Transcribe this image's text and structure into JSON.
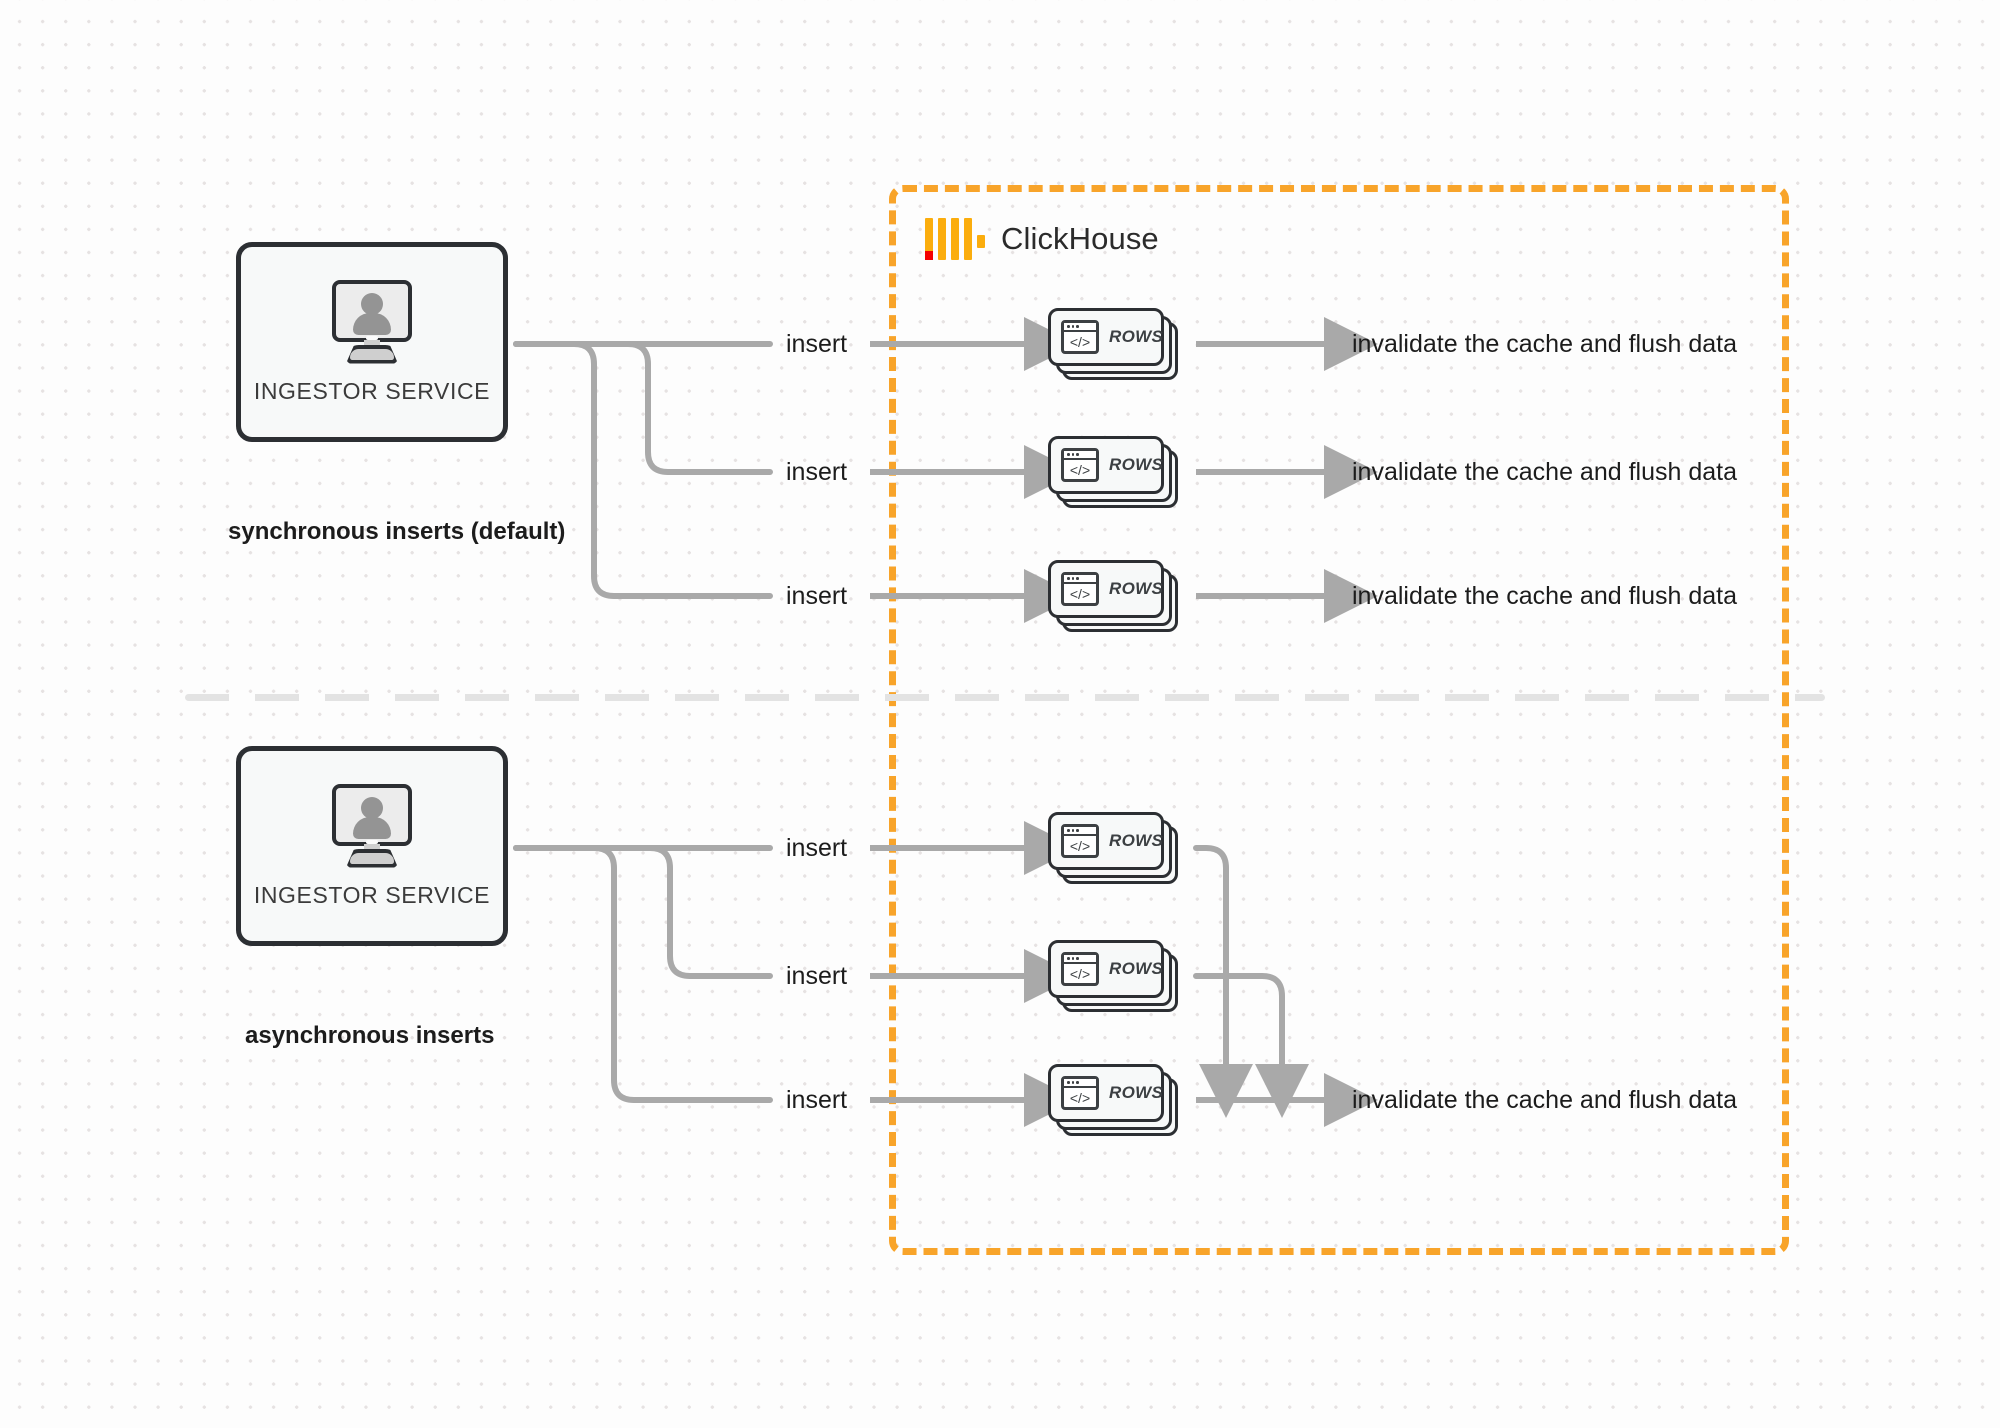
{
  "diagram": {
    "title": "ClickHouse synchronous vs asynchronous inserts",
    "colors": {
      "boundary": "#f8a42a",
      "logo_amber": "#fbad0d",
      "logo_red": "#f40101",
      "edge": "#aaaaaa",
      "node_border": "#2c2f33",
      "node_fill": "#f7f9f9",
      "background": "#fdfdfd"
    }
  },
  "clickhouse": {
    "label": "ClickHouse",
    "logo_name": "clickhouse-logo"
  },
  "sections": [
    {
      "id": "synchronous",
      "caption": "synchronous inserts (default)",
      "ingestor": {
        "label": "INGESTOR SERVICE",
        "icon": "monitor-user-icon"
      },
      "flows": [
        {
          "insert_label": "insert",
          "node_label": "ROWS",
          "result_label": "invalidate the cache and flush data"
        },
        {
          "insert_label": "insert",
          "node_label": "ROWS",
          "result_label": "invalidate the cache and flush data"
        },
        {
          "insert_label": "insert",
          "node_label": "ROWS",
          "result_label": "invalidate the cache and flush data"
        }
      ]
    },
    {
      "id": "asynchronous",
      "caption": "asynchronous inserts",
      "ingestor": {
        "label": "INGESTOR SERVICE",
        "icon": "monitor-user-icon"
      },
      "flows": [
        {
          "insert_label": "insert",
          "node_label": "ROWS"
        },
        {
          "insert_label": "insert",
          "node_label": "ROWS"
        },
        {
          "insert_label": "insert",
          "node_label": "ROWS"
        }
      ],
      "result_label": "invalidate the cache and flush data"
    }
  ]
}
